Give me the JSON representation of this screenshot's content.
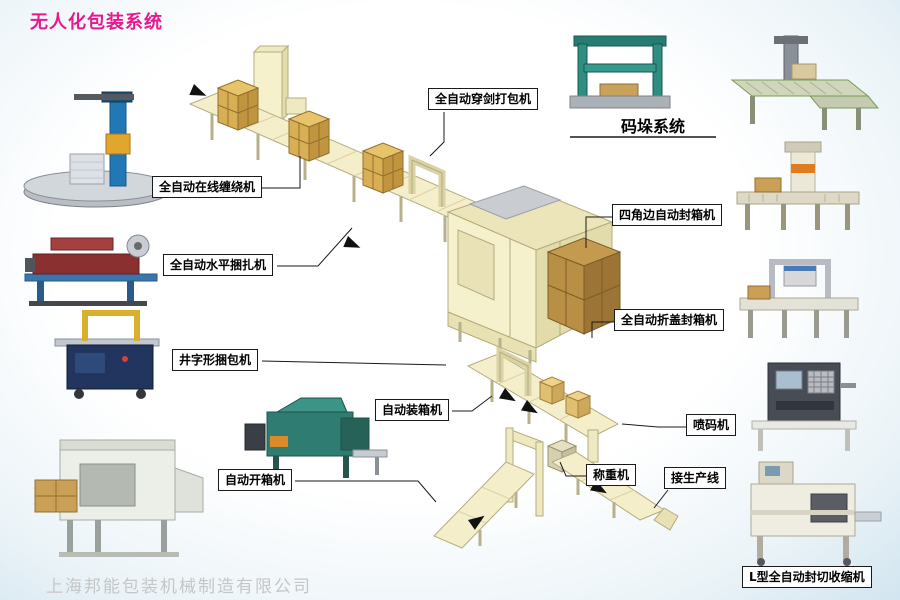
{
  "header": {
    "title": "无人化包装系统"
  },
  "footer": {
    "watermark": "上海邦能包装机械制造有限公司"
  },
  "callouts": {
    "auto_strapper": "全自动穿剑打包机",
    "palletizing_system": "码垛系统",
    "inline_wrapper": "全自动在线缠绕机",
    "corner_sealer": "四角边自动封箱机",
    "horizontal_strapper": "全自动水平捆扎机",
    "flap_sealer": "全自动折盖封箱机",
    "grid_strapper": "井字形捆包机",
    "case_packer": "自动装箱机",
    "inkjet_printer": "喷码机",
    "case_erector": "自动开箱机",
    "weigher": "称重机",
    "to_production_line": "接生产线",
    "l_shrink_machine": "L型全自动封切收缩机"
  },
  "colors": {
    "title_accent": "#e81890",
    "label_border": "#1a1a1a",
    "conveyor_fill": "#f4eecb",
    "conveyor_edge": "#b5ac7e",
    "carton_fill": "#d8af55",
    "brown_load": "#b98f45",
    "background_edge": "#d2e5f0",
    "watermark_gray": "#c6c6c6"
  }
}
